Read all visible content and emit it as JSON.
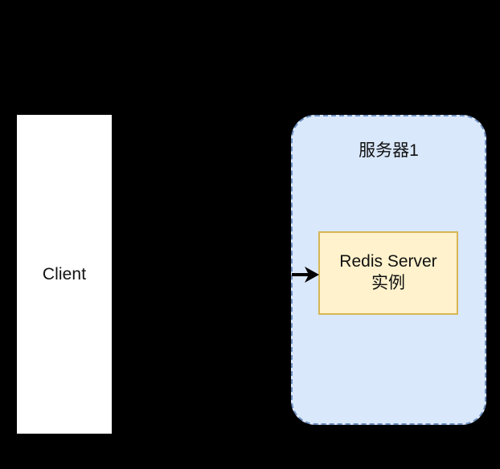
{
  "diagram": {
    "background_color": "#000000",
    "client": {
      "label": "Client",
      "fill_color": "#ffffff",
      "text_color": "#111111"
    },
    "server": {
      "title": "服务器1",
      "fill_color": "#dae8fc",
      "border_color": "#6c8ebf",
      "border_style": "dashed",
      "shape": "rounded-rectangle"
    },
    "redis": {
      "line1": "Redis Server",
      "line2": "实例",
      "fill_color": "#fff2cc",
      "border_color": "#d6b656",
      "border_style": "solid"
    },
    "connector": {
      "name": "client-to-redis-arrow",
      "color": "#000000",
      "direction": "right",
      "arrowhead": "filled-triangle"
    }
  }
}
